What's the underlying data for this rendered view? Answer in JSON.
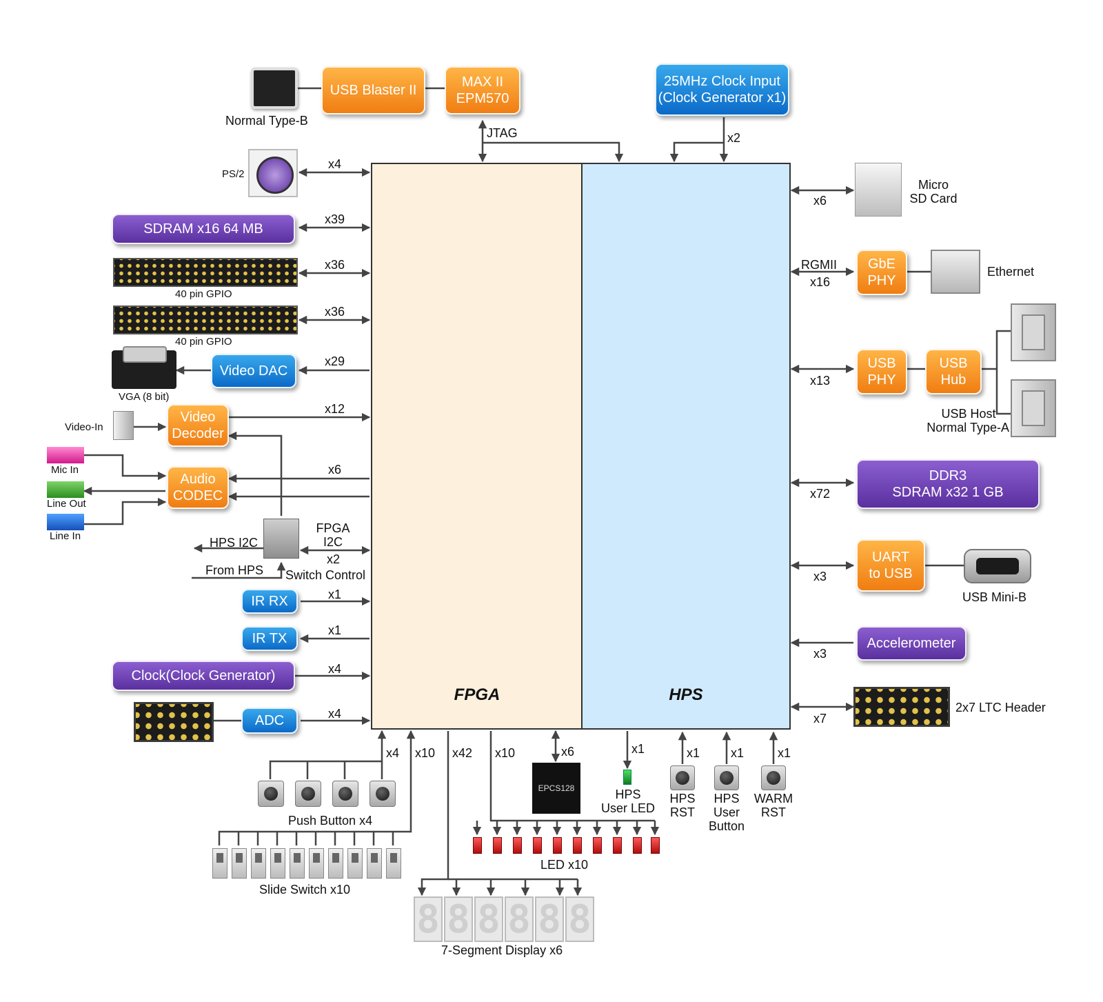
{
  "core": {
    "fpga": "FPGA",
    "hps": "HPS"
  },
  "boxes": {
    "usb_blaster": "USB Blaster II",
    "max2_line1": "MAX II",
    "max2_line2": "EPM570",
    "clock_input_line1": "25MHz Clock Input",
    "clock_input_line2": "(Clock Generator x1)",
    "sdram": "SDRAM x16 64 MB",
    "video_dac": "Video DAC",
    "video_decoder_line1": "Video",
    "video_decoder_line2": "Decoder",
    "audio_codec_line1": "Audio",
    "audio_codec_line2": "CODEC",
    "ir_rx": "IR RX",
    "ir_tx": "IR TX",
    "clock_generator": "Clock(Clock Generator)",
    "adc": "ADC",
    "gbe_phy_line1": "GbE",
    "gbe_phy_line2": "PHY",
    "usb_phy_line1": "USB",
    "usb_phy_line2": "PHY",
    "usb_hub_line1": "USB",
    "usb_hub_line2": "Hub",
    "ddr3_line1": "DDR3",
    "ddr3_line2": "SDRAM x32 1 GB",
    "uart_line1": "UART",
    "uart_line2": "to USB",
    "accelerometer": "Accelerometer"
  },
  "labels": {
    "normal_type_b": "Normal Type-B",
    "jtag": "JTAG",
    "ps2": "PS/2",
    "gpio_1": "40 pin GPIO",
    "gpio_2": "40 pin GPIO",
    "vga": "VGA (8 bit)",
    "video_in": "Video-In",
    "mic_in": "Mic In",
    "line_out": "Line Out",
    "line_in": "Line In",
    "fpga_i2c_line1": "FPGA",
    "fpga_i2c_line2": "I2C",
    "hps_i2c": "HPS I2C",
    "from_hps": "From HPS",
    "switch_control": "Switch Control",
    "micro_sd_line1": "Micro",
    "micro_sd_line2": "SD Card",
    "rgmii": "RGMII",
    "ethernet": "Ethernet",
    "usb_host_line1": "USB Host",
    "usb_host_line2": "Normal Type-A",
    "usb_mini_b": "USB Mini-B",
    "ltc_header": "2x7 LTC Header",
    "push_button": "Push Button x4",
    "slide_switch": "Slide Switch x10",
    "led": "LED x10",
    "seven_seg": "7-Segment Display x6",
    "epcs": "EPCS128",
    "hps_user_led_line1": "HPS",
    "hps_user_led_line2": "User LED",
    "hps_rst_line1": "HPS",
    "hps_rst_line2": "RST",
    "hps_user_button_line1": "HPS",
    "hps_user_button_line2": "User",
    "hps_user_button_line3": "Button",
    "warm_rst_line1": "WARM",
    "warm_rst_line2": "RST"
  },
  "bus_widths": {
    "clock_x2": "x2",
    "ps2": "x4",
    "sdram": "x39",
    "gpio_1": "x36",
    "gpio_2": "x36",
    "video_dac": "x29",
    "video_decoder": "x12",
    "audio": "x6",
    "i2c": "x2",
    "ir_rx": "x1",
    "ir_tx": "x1",
    "clock_gen": "x4",
    "adc": "x4",
    "micro_sd": "x6",
    "rgmii": "x16",
    "usb": "x13",
    "ddr3": "x72",
    "uart": "x3",
    "accelerometer": "x3",
    "ltc": "x7",
    "push_button": "x4",
    "slide_switch": "x10",
    "seven_seg": "x42",
    "led": "x10",
    "epcs": "x6",
    "hps_led": "x1",
    "hps_rst": "x1",
    "hps_user_button": "x1",
    "warm_rst": "x1"
  },
  "seven_seg_glyph": "8",
  "colors": {
    "fpga_fill": "#fdf0dc",
    "hps_fill": "#cfeafc",
    "orange": "#f28c1e",
    "blue": "#1a7fd6",
    "purple": "#6a3fb4"
  }
}
